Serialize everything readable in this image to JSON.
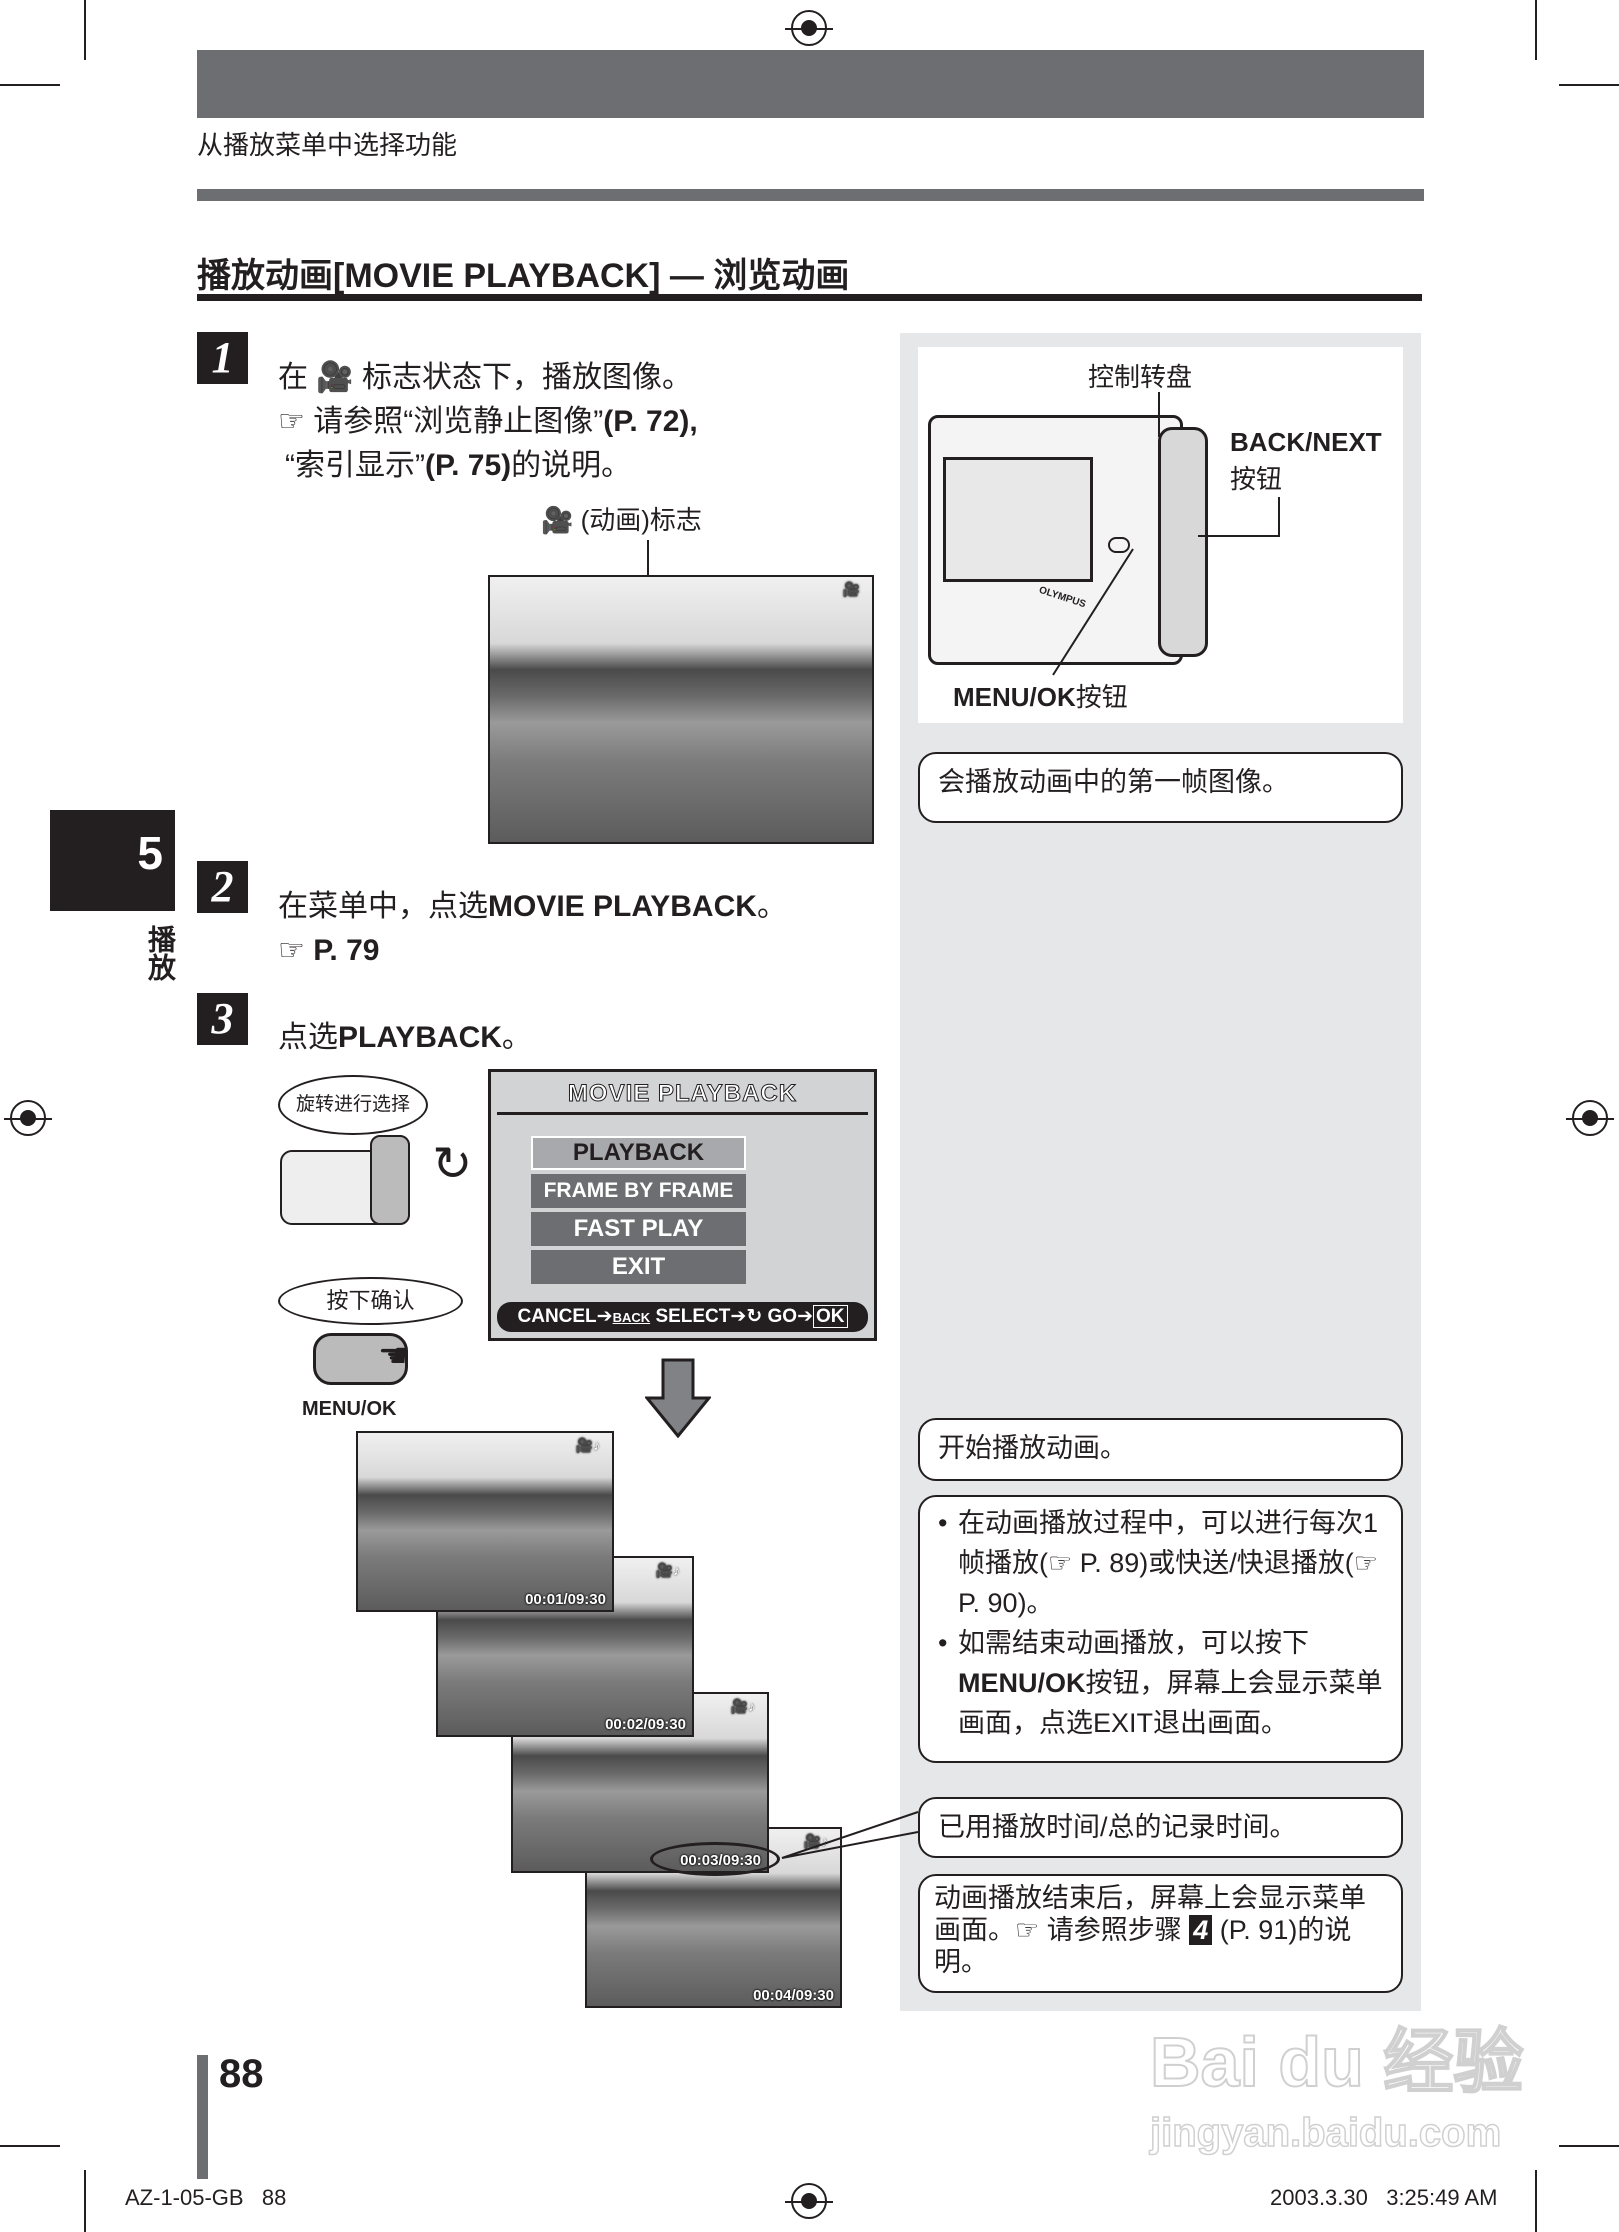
{
  "header": {
    "breadcrumb": "从播放菜单中选择功能",
    "section_title": "播放动画[MOVIE PLAYBACK] — 浏览动画"
  },
  "side_tab": {
    "number": "5",
    "label": "播放"
  },
  "steps": [
    {
      "number": "1",
      "line1_a": "在",
      "line1_b": "标志状态下，播放图像。",
      "ref_a": "请参照“浏览静止图像”",
      "ref_a_page": "(P. 72),",
      "ref_b": "“索引显示”",
      "ref_b_page": "(P. 75)",
      "ref_b_end": "的说明。",
      "icon_label": "(动画)标志"
    },
    {
      "number": "2",
      "text_a": "在菜单中，点选",
      "text_b": "MOVIE PLAYBACK",
      "text_c": "。",
      "ref": "P. 79"
    },
    {
      "number": "3",
      "text_a": "点选",
      "text_b": "PLAYBACK",
      "text_c": "。"
    }
  ],
  "dial_hint": "旋转进行选择",
  "press_hint": "按下确认",
  "button_label": "MENU/OK",
  "menu_screen": {
    "title": "MOVIE PLAYBACK",
    "items": [
      "PLAYBACK",
      "FRAME BY FRAME",
      "FAST PLAY",
      "EXIT"
    ],
    "selected": "PLAYBACK",
    "footer": {
      "cancel": "CANCEL",
      "back": "BACK",
      "select": "SELECT",
      "go": "GO",
      "ok": "OK"
    }
  },
  "frames": [
    "00:01/09:30",
    "00:02/09:30",
    "00:03/09:30",
    "00:04/09:30"
  ],
  "camera_diagram": {
    "dial": "控制转盘",
    "back_next_a": "BACK/NEXT",
    "back_next_b": "按钮",
    "menu_ok_a": "MENU/OK",
    "menu_ok_b": "按钮",
    "brand": "OLYMPUS"
  },
  "notes": {
    "n1": "会播放动画中的第一帧图像。",
    "n2": "开始播放动画。",
    "n3_b1": "在动画播放过程中，可以进行每次1帧播放(☞ P. 89)或快送/快退播放(☞ P. 90)。",
    "n3_b2_a": "如需结束动画播放，可以按下",
    "n3_b2_b": "MENU/OK",
    "n3_b2_c": "按钮，屏幕上会显示菜单画面，点选EXIT退出画面。",
    "n4": "已用播放时间/总的记录时间。",
    "n5_a": "动画播放结束后，屏幕上会显示菜单画面。☞ 请参照步骤",
    "n5_step": "4",
    "n5_b": "(P. 91)的说明。"
  },
  "page_number": "88",
  "footer": {
    "left": "AZ-1-05-GB   88",
    "right": "2003.3.30   3:25:49 AM"
  },
  "watermark": {
    "logo": "Bai du 经验",
    "url": "jingyan.baidu.com"
  },
  "colors": {
    "bar": "#6d6e71",
    "panel": "#e6e7e8",
    "text": "#231f20"
  }
}
